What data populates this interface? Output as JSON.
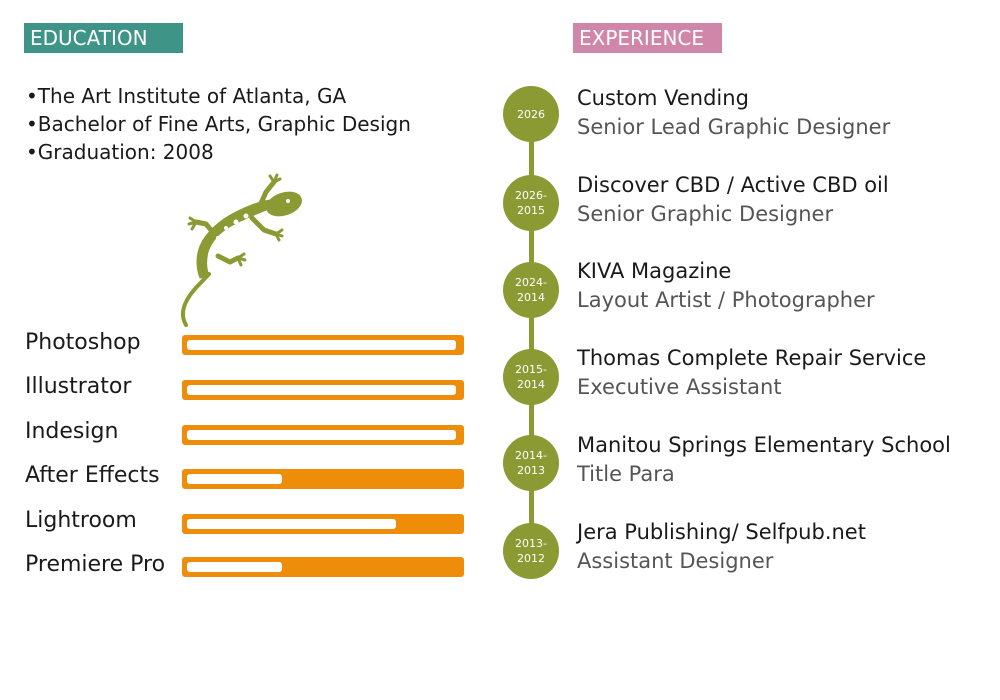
{
  "education": {
    "heading": "EDUCATION",
    "items": [
      "•The Art Institute of Atlanta, GA",
      "•Bachelor of Fine Arts, Graphic Design",
      "•Graduation: 2008"
    ]
  },
  "graphic": {
    "icon": "lizard-icon",
    "color": "#8c9a34"
  },
  "skills": [
    {
      "name": "Photoshop",
      "level": 0.99
    },
    {
      "name": "Illustrator",
      "level": 0.99
    },
    {
      "name": "Indesign",
      "level": 0.99
    },
    {
      "name": "After Effects",
      "level": 0.35
    },
    {
      "name": "Lightroom",
      "level": 0.77
    },
    {
      "name": "Premiere Pro",
      "level": 0.35
    }
  ],
  "experience": {
    "heading": "EXPERIENCE",
    "items": [
      {
        "years_line1": "2026",
        "years_line2": "",
        "company": "Custom Vending",
        "role": "Senior Lead Graphic Designer"
      },
      {
        "years_line1": "2026-",
        "years_line2": "2015",
        "company": "Discover CBD / Active CBD oil",
        "role": "Senior Graphic Designer"
      },
      {
        "years_line1": "2024-",
        "years_line2": "2014",
        "company": "KIVA Magazine",
        "role": "Layout Artist / Photographer"
      },
      {
        "years_line1": "2015-",
        "years_line2": "2014",
        "company": "Thomas Complete Repair Service",
        "role": "Executive Assistant"
      },
      {
        "years_line1": "2014-",
        "years_line2": "2013",
        "company": "Manitou Springs Elementary School",
        "role": "Title Para"
      },
      {
        "years_line1": "2013-",
        "years_line2": "2012",
        "company": "Jera Publishing/ Selfpub.net",
        "role": "Assistant Designer"
      }
    ]
  },
  "colors": {
    "education_tag": "#3f9488",
    "experience_tag": "#cf86a9",
    "skill_bar": "#ee8d0a",
    "timeline": "#8c9a34"
  }
}
